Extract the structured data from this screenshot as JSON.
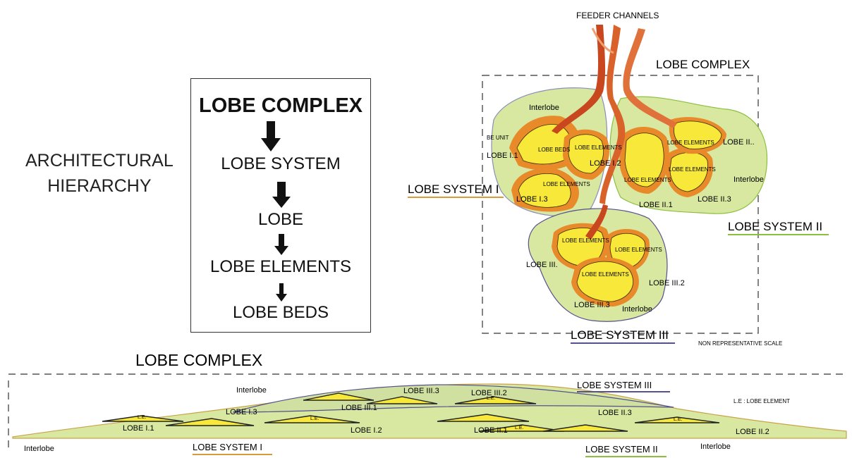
{
  "left_panel": {
    "title_line1": "ARCHITECTURAL",
    "title_line2": "HIERARCHY",
    "levels": [
      "LOBE COMPLEX",
      "LOBE SYSTEM",
      "LOBE",
      "LOBE ELEMENTS",
      "LOBE BEDS"
    ]
  },
  "map_view": {
    "feeder_label": "FEEDER CHANNELS",
    "complex_label": "LOBE COMPLEX",
    "system1_label": "LOBE SYSTEM I",
    "system2_label": "LOBE SYSTEM II",
    "system3_label": "LOBE SYSTEM III",
    "scale_note": "NON REPRESENTATIVE SCALE",
    "interlobe_label": "Interlobe",
    "lobe_unit_label": "BE UNIT",
    "lobe_beds_label": "LOBE BEDS",
    "lobe_elements_label": "LOBE ELEMENTS",
    "lobes": {
      "l11": "LOBE I.1",
      "l12": "LOBE I.2",
      "l13": "LOBE I.3",
      "l21": "LOBE II.1",
      "l2x": "LOBE II..",
      "l23": "LOBE II.3",
      "l31": "LOBE III.",
      "l32": "LOBE III.2",
      "l33": "LOBE III.3"
    }
  },
  "section_view": {
    "complex_label": "LOBE COMPLEX",
    "system1_label": "LOBE SYSTEM I",
    "system2_label": "LOBE SYSTEM II",
    "system3_label": "LOBE SYSTEM III",
    "interlobe_label": "Interlobe",
    "le_legend": "L.E : LOBE ELEMENT",
    "le_abbrev": "L.E.",
    "lobes": {
      "l11": "LOBE I.1",
      "l12": "LOBE I.2",
      "l13": "LOBE I.3",
      "l21": "LOBE II.1",
      "l22": "LOBE II.2",
      "l23": "LOBE II.3",
      "l31": "LOBE III.1",
      "l32": "LOBE III.2",
      "l33": "LOBE III.3"
    }
  },
  "colors": {
    "interlobe_green": "#d8e8a0",
    "lobe_yellow": "#f7e83a",
    "lobe_orange": "#e8892a",
    "channel_red": "#c8471e",
    "system1_underline": "#d99a3c",
    "system2_underline": "#8cbf3f",
    "system3_underline": "#55508f"
  }
}
